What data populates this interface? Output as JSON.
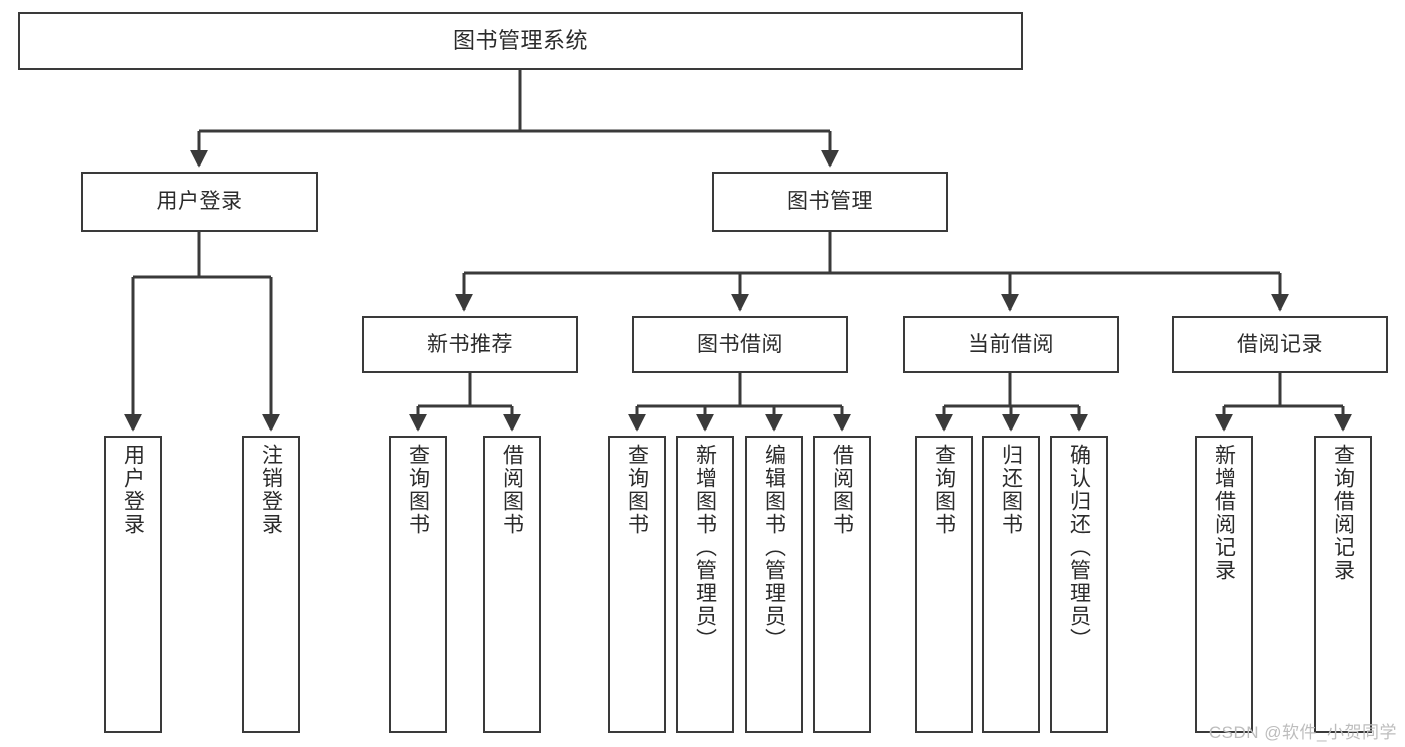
{
  "diagram": {
    "title": "图书管理系统",
    "type": "tree",
    "watermark": "CSDN @软件_小贺同学",
    "stroke_color": "#3a3a3a",
    "text_color": "#2b2b2b",
    "background_color": "#ffffff",
    "nodes": {
      "root": {
        "label": "图书管理系统"
      },
      "level2": [
        {
          "id": "user-login",
          "label": "用户登录"
        },
        {
          "id": "book-manage",
          "label": "图书管理"
        }
      ],
      "level3": [
        {
          "id": "new-book-recommend",
          "label": "新书推荐"
        },
        {
          "id": "book-borrow",
          "label": "图书借阅"
        },
        {
          "id": "current-borrow",
          "label": "当前借阅"
        },
        {
          "id": "borrow-record",
          "label": "借阅记录"
        }
      ],
      "leaves": {
        "user_login": [
          {
            "id": "leaf-user-login",
            "label": "用户登录"
          },
          {
            "id": "leaf-logout",
            "label": "注销登录"
          }
        ],
        "new_book_recommend": [
          {
            "id": "leaf-query-book-1",
            "label": "查询图书"
          },
          {
            "id": "leaf-borrow-book-1",
            "label": "借阅图书"
          }
        ],
        "book_borrow": [
          {
            "id": "leaf-query-book-2",
            "label": "查询图书"
          },
          {
            "id": "leaf-add-book",
            "label": "新增图书（管理员）"
          },
          {
            "id": "leaf-edit-book",
            "label": "编辑图书（管理员）"
          },
          {
            "id": "leaf-borrow-book-2",
            "label": "借阅图书"
          }
        ],
        "current_borrow": [
          {
            "id": "leaf-query-book-3",
            "label": "查询图书"
          },
          {
            "id": "leaf-return-book",
            "label": "归还图书"
          },
          {
            "id": "leaf-confirm-return",
            "label": "确认归还（管理员）"
          }
        ],
        "borrow_record": [
          {
            "id": "leaf-add-record",
            "label": "新增借阅记录"
          },
          {
            "id": "leaf-query-record",
            "label": "查询借阅记录"
          }
        ]
      }
    }
  }
}
